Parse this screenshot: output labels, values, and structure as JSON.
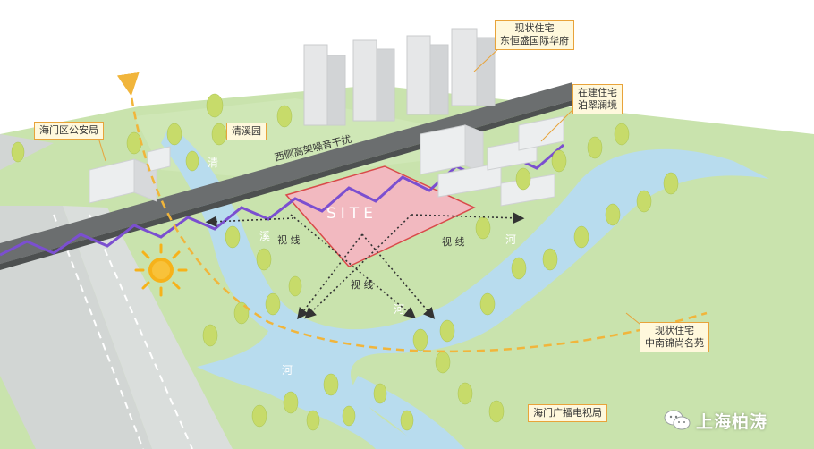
{
  "labels": {
    "police": "海门区公安局",
    "garden": "清溪园",
    "elevated": "西侧高架噪音干扰",
    "residential_east_1": "现状住宅",
    "residential_east_2": "东恒盛国际华府",
    "construction_1": "在建住宅",
    "construction_2": "泊翠澜境",
    "residential_south_1": "现状住宅",
    "residential_south_2": "中南锦尚名苑",
    "tv_station": "海门广播电视局",
    "site": "SITE",
    "sightline": "视 线",
    "river_chars": [
      "清",
      "溪",
      "河",
      "河",
      "河"
    ]
  },
  "watermark": {
    "text": "上海柏涛",
    "icon": "wechat-icon"
  },
  "colors": {
    "grass": "#c9e3ad",
    "grass_dark": "#a9d38b",
    "water": "#b8dcee",
    "water_light": "#d4eaf4",
    "road": "#d2d6d4",
    "viaduct": "#6b6e6f",
    "noise_wave": "#7b4fd0",
    "site_fill": "#f2b9c0",
    "site_edge": "#d94a4a",
    "sun": "#f6b21a",
    "sun_path": "#f1b53b",
    "building": "#e6e7e8",
    "tree": "#c7db6a"
  }
}
